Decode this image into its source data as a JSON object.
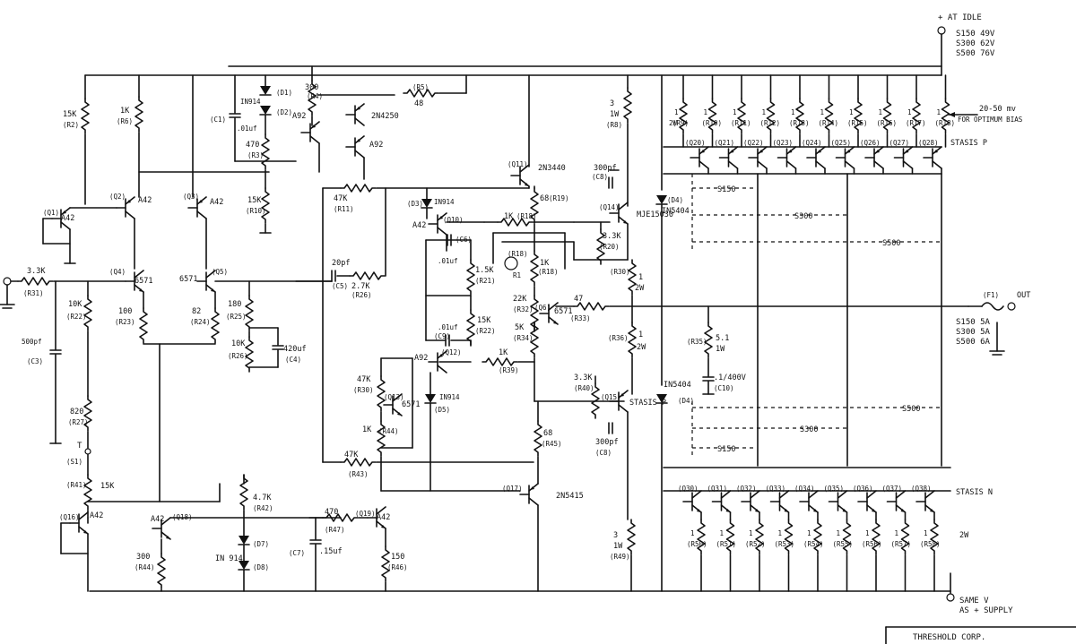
{
  "title_block": {
    "company": "THRESHOLD CORP."
  },
  "supply_pos": {
    "label": "+ AT IDLE",
    "lines": [
      "S150  49V",
      "S300  62V",
      "S500  76V"
    ]
  },
  "supply_neg": {
    "label": "SAME V",
    "label2": "AS + SUPPLY"
  },
  "output": {
    "fuse": "(F1)",
    "out": "OUT",
    "fuse_notes": [
      "S150 5A",
      "S300 5A",
      "S500 6A"
    ]
  },
  "bias_note": {
    "l1": "20-50 mv",
    "l2": "FOR OPTIMUM BIAS"
  },
  "input": {
    "resistor": "3.3K",
    "ref": "(R31)",
    "cap": "500pf",
    "cap_ref": "(C3)"
  },
  "switch": {
    "label": "T",
    "ref": "(S1)"
  },
  "series_labels": [
    "S150",
    "S300",
    "S500"
  ],
  "emitter_label": "2W",
  "parts": {
    "r2": [
      "15K",
      "(R2)"
    ],
    "r6": [
      "1K",
      "(R6)"
    ],
    "c1": [
      "(C1)",
      ".01uf"
    ],
    "d1": [
      "IN914",
      "(D1)",
      "(D2)"
    ],
    "r3": [
      "470",
      "(R3)"
    ],
    "r_15k": [
      "15K",
      "(R10)"
    ],
    "r300": [
      "300",
      "(R4)"
    ],
    "r48": [
      "(R5)",
      "48"
    ],
    "q_top": [
      "2N4250",
      "A92",
      "A92"
    ],
    "q_a42": [
      "(Q1)",
      "A42",
      "(Q2)",
      "A42",
      "(Q3)",
      "A42"
    ],
    "q_6571": [
      "(Q4)",
      "6571",
      "6571",
      "(Q5)"
    ],
    "r100": [
      "100",
      "(R23)"
    ],
    "r82": [
      "82",
      "(R24)"
    ],
    "r180": [
      "180",
      "(R25)"
    ],
    "r10k": [
      "10K",
      "(R26)"
    ],
    "c420": [
      "420uf",
      "(C4)"
    ],
    "c20": [
      "20pf",
      "(C5)"
    ],
    "r27": [
      "2.7K",
      "(R26)"
    ],
    "r10kb": [
      "10K",
      "(R22)"
    ],
    "r820": [
      "820",
      "(R27)"
    ],
    "r47k_a": [
      "47K",
      "(R11)"
    ],
    "r47k_b": [
      "47K",
      "(R43)"
    ],
    "d3": [
      "(D3)",
      "IN914"
    ],
    "q_mid": [
      "A42",
      "(Q10)"
    ],
    "c_mid": [
      "(C6)",
      ".01uf"
    ],
    "r1k5": [
      "1.5K",
      "(R21)"
    ],
    "r1k": [
      "1K",
      "(R18)"
    ],
    "r15k_c": [
      "15K",
      "(R22)"
    ],
    "c01b": [
      ".01uf",
      "(C9)"
    ],
    "r_therm": [
      "(R18)",
      "R1"
    ],
    "r22k": [
      "22K",
      "(R32)"
    ],
    "r5k": [
      "5K",
      "(R34)"
    ],
    "q_6571b": [
      "(Q6)",
      "6571"
    ],
    "r1k_b": [
      "1K",
      "(R39)"
    ],
    "q_a92": [
      "A92",
      "(Q12)"
    ],
    "d_in914": [
      "IN914",
      "(D5)"
    ],
    "r47k_c": [
      "47K",
      "(R30)"
    ],
    "r1k_c": [
      "1K",
      "(R44)"
    ],
    "q_6571c": [
      "(Q13)",
      "6571"
    ],
    "q_2n3440": [
      "(Q11)",
      "2N3440"
    ],
    "r68": [
      "68",
      "(R19)"
    ],
    "r68b": [
      "68",
      "(R45)"
    ],
    "q_2n5415": [
      "(Q17)",
      "2N5415"
    ],
    "r3_1w": [
      "3",
      "1W",
      "(R8)"
    ],
    "c300": [
      "300pf",
      "(C8)"
    ],
    "q_mje": [
      "(Q14)",
      "MJE15030"
    ],
    "r3k3": [
      "3.3K",
      "(R20)"
    ],
    "d4": [
      "(D4)",
      "IN5404"
    ],
    "r1_2w_a": [
      "1",
      "2W",
      "(R30)"
    ],
    "r47": [
      "47",
      "(R33)"
    ],
    "r1_2w_b": [
      "(R36)",
      "1",
      "2W"
    ],
    "r51": [
      "(R35)",
      "5.1",
      "1W"
    ],
    "c10": [
      ".1/400V",
      "(C10)"
    ],
    "r3k3b": [
      "3.3K",
      "(R40)"
    ],
    "q_stasis_drv": [
      "(Q15)",
      "STASIS P"
    ],
    "c300b": [
      "300pf",
      "(C8)"
    ],
    "d4b": [
      "IN5404",
      "(D4)"
    ],
    "r47k_d": [
      "4.7K",
      "(R42)"
    ],
    "d7": [
      "(D7)",
      "IN 914",
      "(D8)"
    ],
    "r470": [
      "470",
      "(R47)"
    ],
    "c15": [
      "(C7)",
      ".15uf"
    ],
    "r150": [
      "150",
      "(R46)"
    ],
    "r300b": [
      "300",
      "(R44)"
    ],
    "r15k_d": [
      "(R41)",
      "15K"
    ],
    "q_bot": [
      "(Q16)",
      "A42",
      "A42",
      "(Q18)",
      "(Q19)",
      "A42"
    ],
    "r3_1w_b": [
      "3",
      "1W",
      "(R49)"
    ],
    "stasis_p": "STASIS P",
    "stasis_n": "STASIS N",
    "top_r_refs": [
      "(R9)",
      "(R10)",
      "(R11)",
      "(R12)",
      "(R13)",
      "(R14)",
      "(R15)",
      "(R16)",
      "(R17)",
      "(R18)"
    ],
    "top_q_refs": [
      "(Q20)",
      "(Q21)",
      "(Q22)",
      "(Q23)",
      "(Q24)",
      "(Q25)",
      "(Q26)",
      "(Q27)",
      "(Q28)"
    ],
    "bot_q_refs": [
      "(Q30)",
      "(Q31)",
      "(Q32)",
      "(Q33)",
      "(Q34)",
      "(Q35)",
      "(Q36)",
      "(Q37)",
      "(Q38)"
    ],
    "bot_r_refs": [
      "(R50)",
      "(R51)",
      "(R52)",
      "(R53)",
      "(R54)",
      "(R55)",
      "(R56)",
      "(R57)",
      "(R58)"
    ]
  }
}
